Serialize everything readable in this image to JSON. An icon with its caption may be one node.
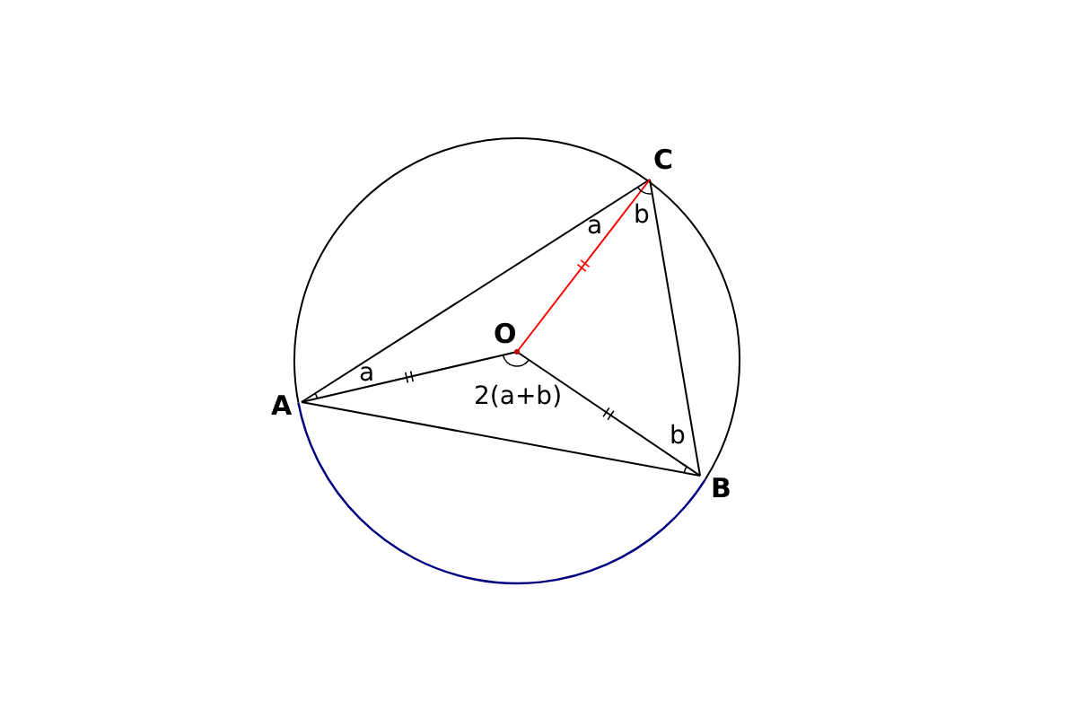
{
  "diagram": {
    "nodes": [
      {
        "text": [
          "C"
        ]
      },
      {
        "text": [
          "O"
        ]
      },
      {
        "text": [
          "A"
        ]
      },
      {
        "text": [
          "B"
        ]
      }
    ],
    "edges": [
      {
        "from": 2,
        "to": 0,
        "arrow": "none"
      },
      {
        "from": 0,
        "to": 3,
        "arrow": "none"
      },
      {
        "from": 2,
        "to": 3,
        "arrow": "none"
      },
      {
        "from": 2,
        "to": 1,
        "arrow": "none"
      },
      {
        "from": 1,
        "to": 3,
        "arrow": "none"
      },
      {
        "from": 1,
        "to": 0,
        "arrow": "none",
        "color": "#ff0000"
      }
    ],
    "labels": [
      "a",
      "b",
      "a",
      "2(a+b)",
      "b"
    ]
  }
}
